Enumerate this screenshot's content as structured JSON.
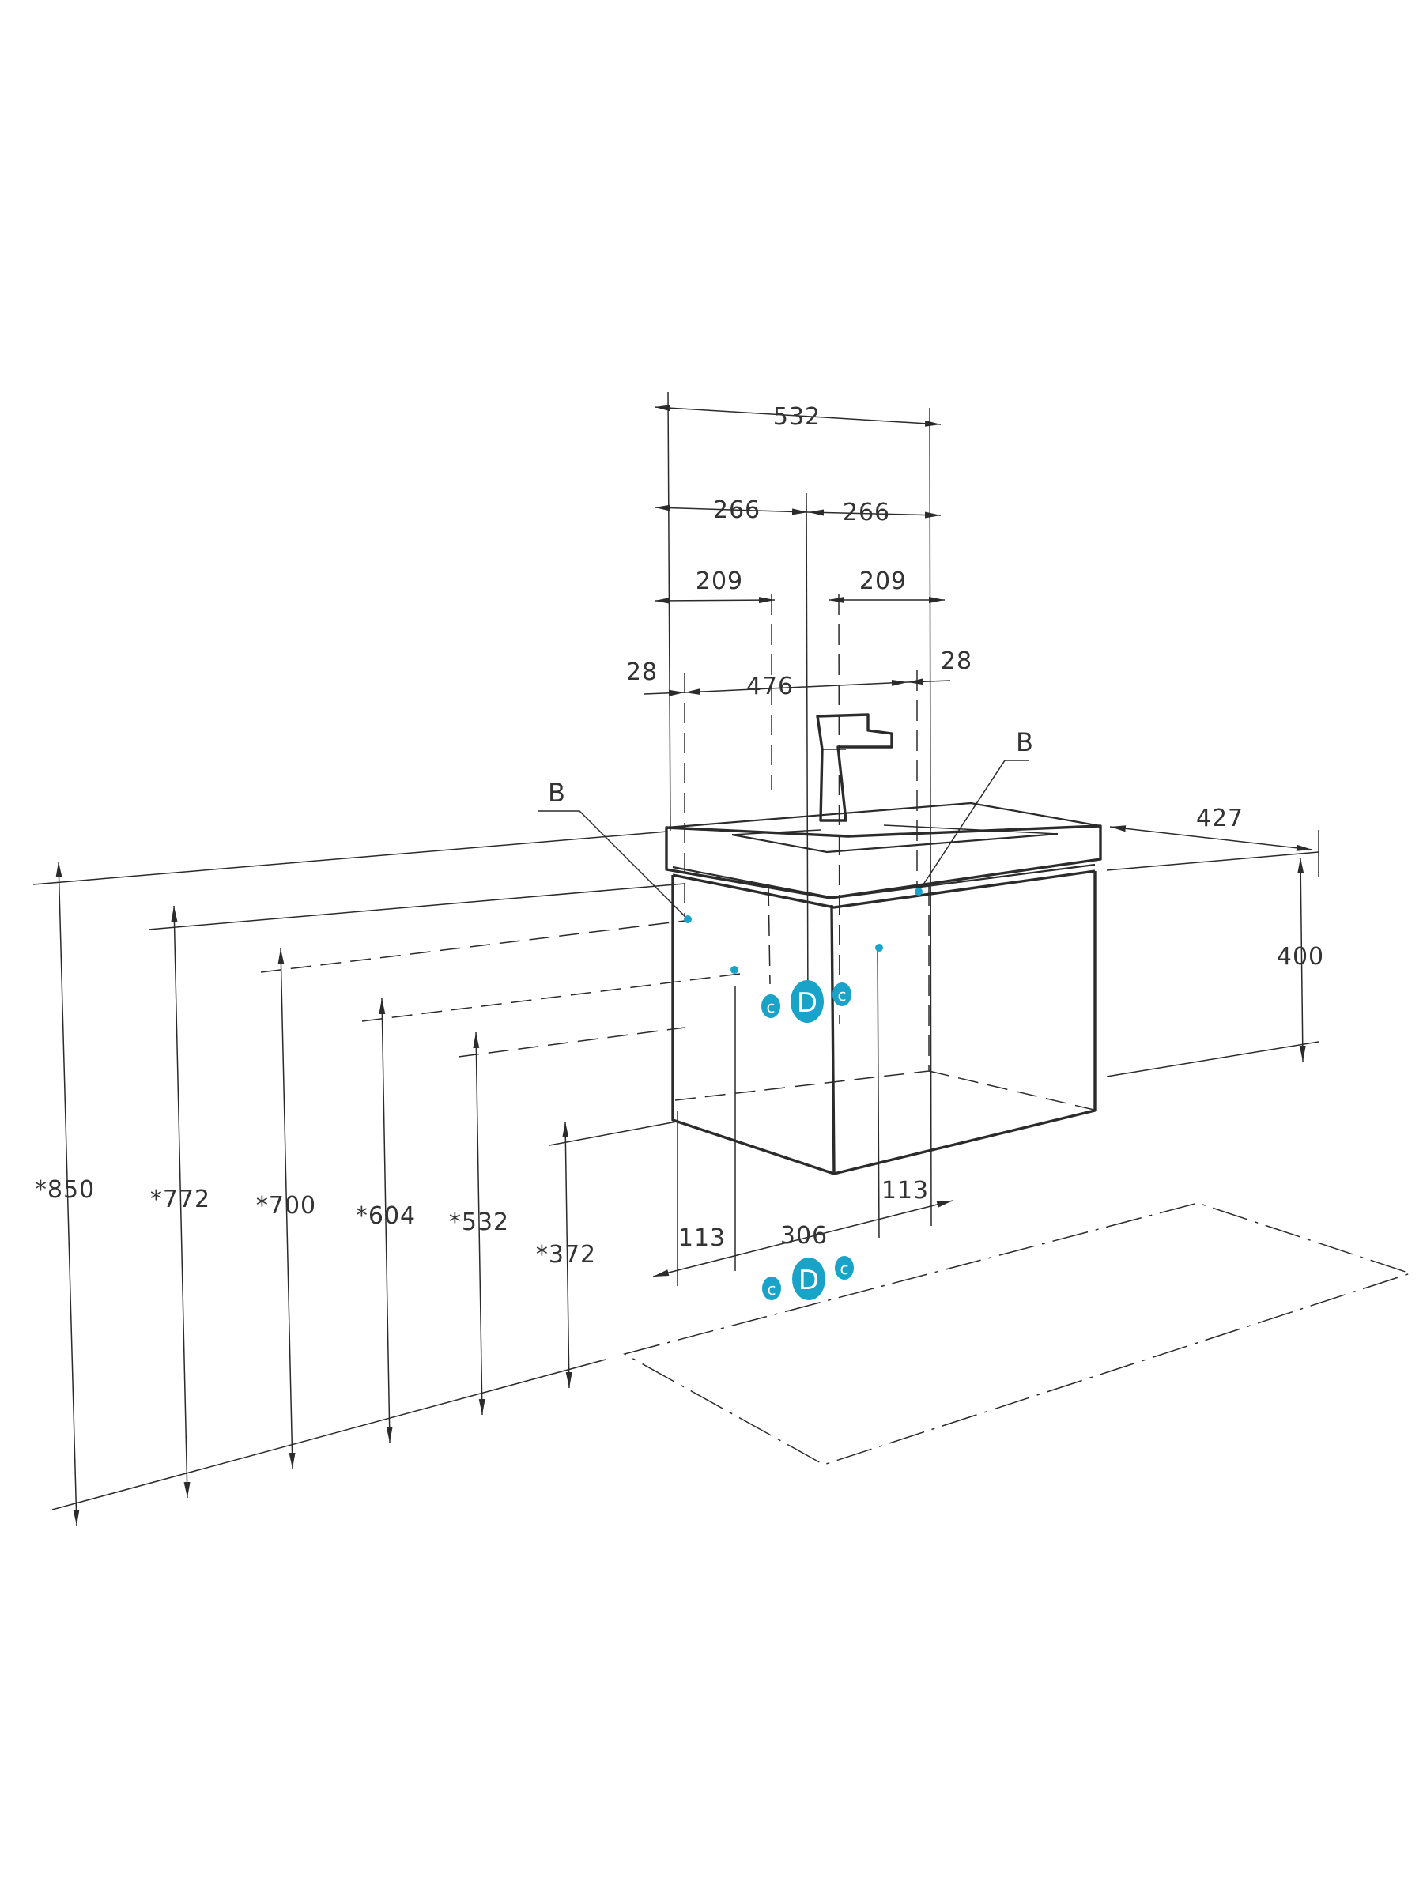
{
  "colors": {
    "line": "#2b2b2b",
    "accent": "#1aa3c9",
    "background": "#ffffff"
  },
  "dimensions": {
    "total_width": "532",
    "half_left": "266",
    "half_right": "266",
    "bowl_left": "209",
    "bowl_right": "209",
    "side_left": "28",
    "inner_width": "476",
    "side_right": "28",
    "depth": "427",
    "cabinet_height": "400",
    "left_offset": "113",
    "drain_spacing": "306",
    "right_offset": "113"
  },
  "heights": [
    "*850",
    "*772",
    "*700",
    "*604",
    "*532",
    "*372"
  ],
  "labels": {
    "left_fixing": "B",
    "right_fixing": "B"
  },
  "markers": {
    "drain": "D",
    "cold": "c",
    "hot": "c"
  }
}
